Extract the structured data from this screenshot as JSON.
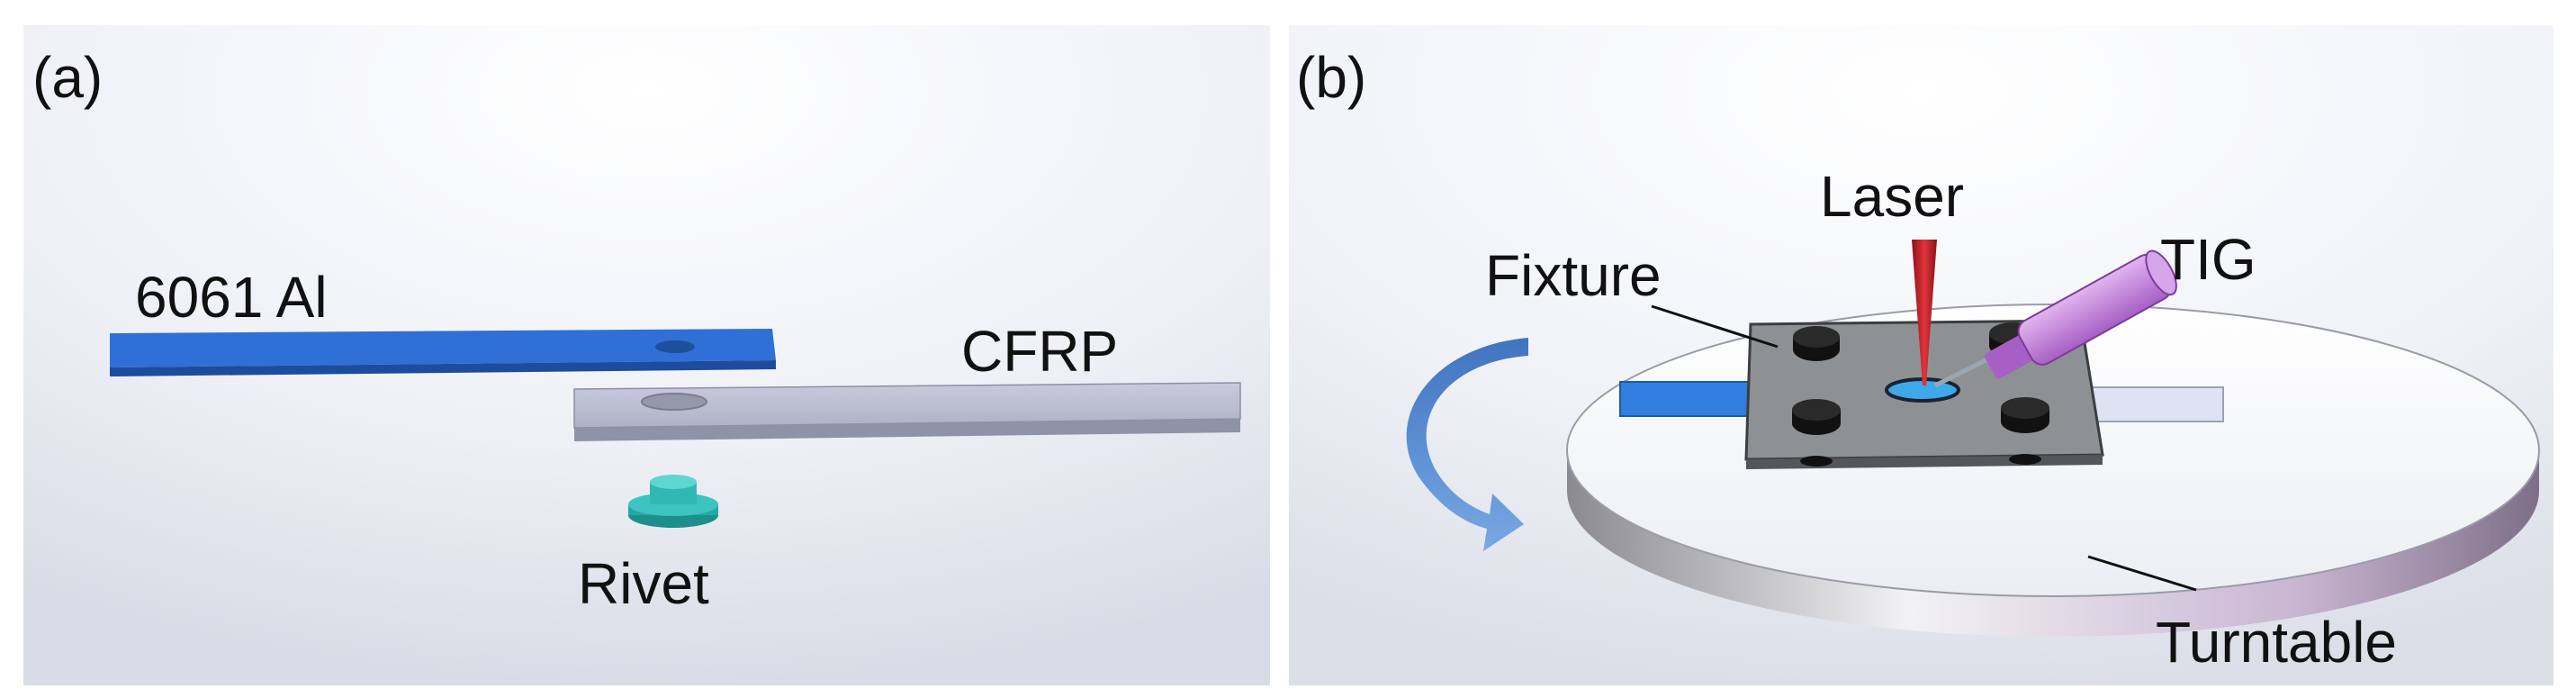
{
  "panel_a": {
    "label": "(a)",
    "aluminum_label": "6061 Al",
    "cfrp_label": "CFRP",
    "rivet_label": "Rivet"
  },
  "panel_b": {
    "label": "(b)",
    "laser_label": "Laser",
    "tig_label": "TIG",
    "fixture_label": "Fixture",
    "turntable_label": "Turntable"
  },
  "colors": {
    "aluminum": "#2f6fd6",
    "cfrp": "#b9bccf",
    "rivet": "#2fb8b4",
    "laser": "#c4222a",
    "tig_torch": "#c98ee0",
    "fixture": "#8e9194",
    "rotation_arrow": "#4f86cc"
  },
  "icons": [
    "rotation-arrow-icon"
  ]
}
